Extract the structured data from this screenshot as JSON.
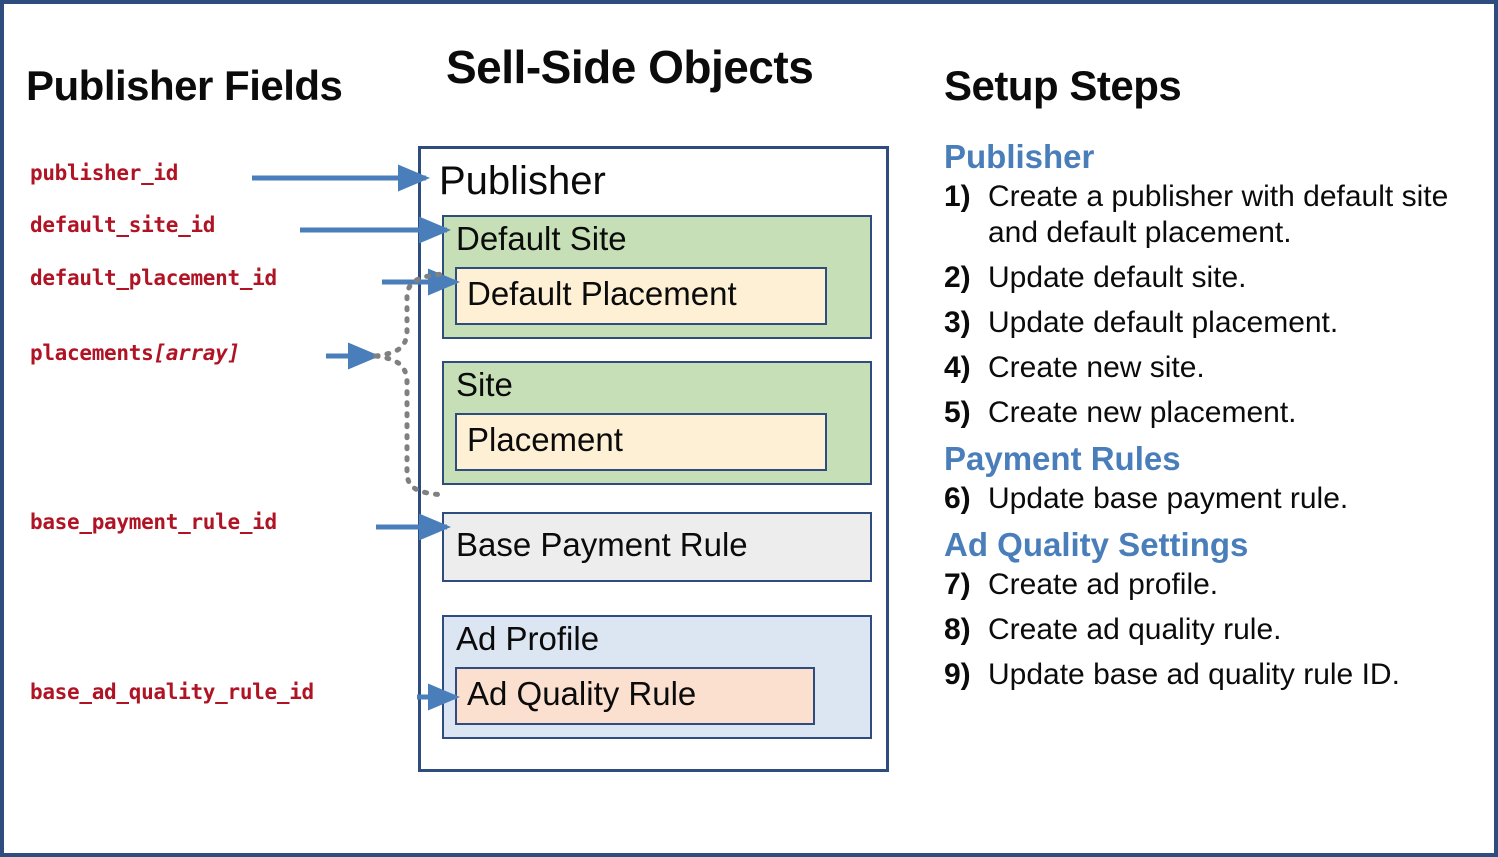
{
  "titles": {
    "left": "Publisher Fields",
    "center": "Sell-Side Objects",
    "right": "Setup Steps"
  },
  "colors": {
    "frame_border": "#2E4C7E",
    "field_text": "#B01424",
    "arrow_blue": "#4A7EBB",
    "heading_blue": "#4A7EBB",
    "site_green": "#C6DFB6",
    "placement_cream": "#FDF0D5",
    "payment_grey": "#EDEDED",
    "ad_profile_blue": "#DCE6F2",
    "ad_quality_peach": "#FBE0D0",
    "dotted_grey": "#808080"
  },
  "publisher_fields": [
    {
      "name": "publisher_id",
      "suffix": ""
    },
    {
      "name": "default_site_id",
      "suffix": ""
    },
    {
      "name": "default_placement_id",
      "suffix": ""
    },
    {
      "name": "placements",
      "suffix": "[array]"
    },
    {
      "name": "base_payment_rule_id",
      "suffix": ""
    },
    {
      "name": "base_ad_quality_rule_id",
      "suffix": ""
    }
  ],
  "sell_side_objects": {
    "container_label": "Publisher",
    "boxes": [
      {
        "label": "Default Site",
        "child": "Default Placement"
      },
      {
        "label": "Site",
        "child": "Placement"
      },
      {
        "label": "Base Payment Rule",
        "child": null
      },
      {
        "label": "Ad Profile",
        "child": "Ad Quality Rule"
      }
    ]
  },
  "setup_steps": {
    "groups": [
      {
        "heading": "Publisher",
        "steps": [
          {
            "num": "1)",
            "text": "Create a publisher with default site and default placement."
          },
          {
            "num": "2)",
            "text": "Update default site."
          },
          {
            "num": "3)",
            "text": "Update default placement."
          },
          {
            "num": "4)",
            "text": "Create new site."
          },
          {
            "num": "5)",
            "text": "Create new placement."
          }
        ]
      },
      {
        "heading": "Payment Rules",
        "steps": [
          {
            "num": "6)",
            "text": "Update base payment rule."
          }
        ]
      },
      {
        "heading": "Ad Quality Settings",
        "steps": [
          {
            "num": "7)",
            "text": "Create ad profile."
          },
          {
            "num": "8)",
            "text": "Create ad quality rule."
          },
          {
            "num": "9)",
            "text": "Update base ad quality rule ID."
          }
        ]
      }
    ]
  }
}
